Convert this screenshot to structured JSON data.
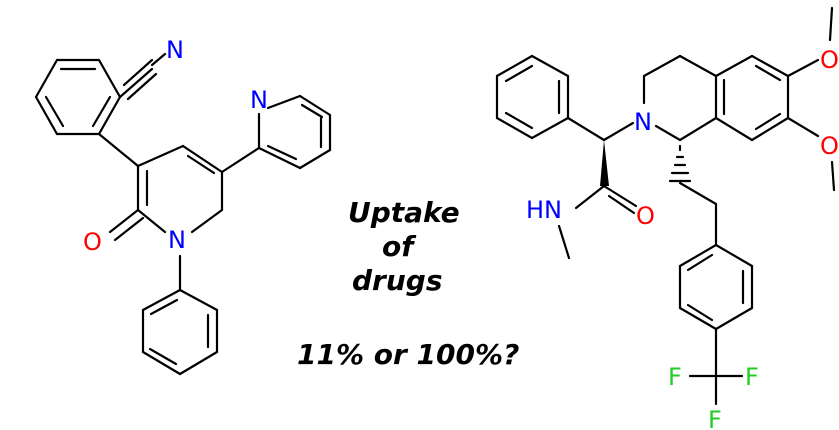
{
  "colors": {
    "bond": "#000000",
    "nitrogen": "#0000ff",
    "oxygen": "#ff0000",
    "fluorine": "#22cc22",
    "text": "#000000"
  },
  "caption": {
    "line1": "Uptake",
    "line2": "of",
    "line3": "drugs",
    "question": "11% or 100%?"
  },
  "left_molecule": {
    "atoms": {
      "nitrile_n": "N",
      "pyridine_n": "N",
      "pyridone_n": "N",
      "carbonyl_o": "O"
    }
  },
  "right_molecule": {
    "atoms": {
      "ring_n": "N",
      "amide_o": "O",
      "amide_nh": "HN",
      "methoxy_o1": "O",
      "methoxy_o2": "O",
      "f1": "F",
      "f2": "F",
      "f3": "F"
    }
  }
}
